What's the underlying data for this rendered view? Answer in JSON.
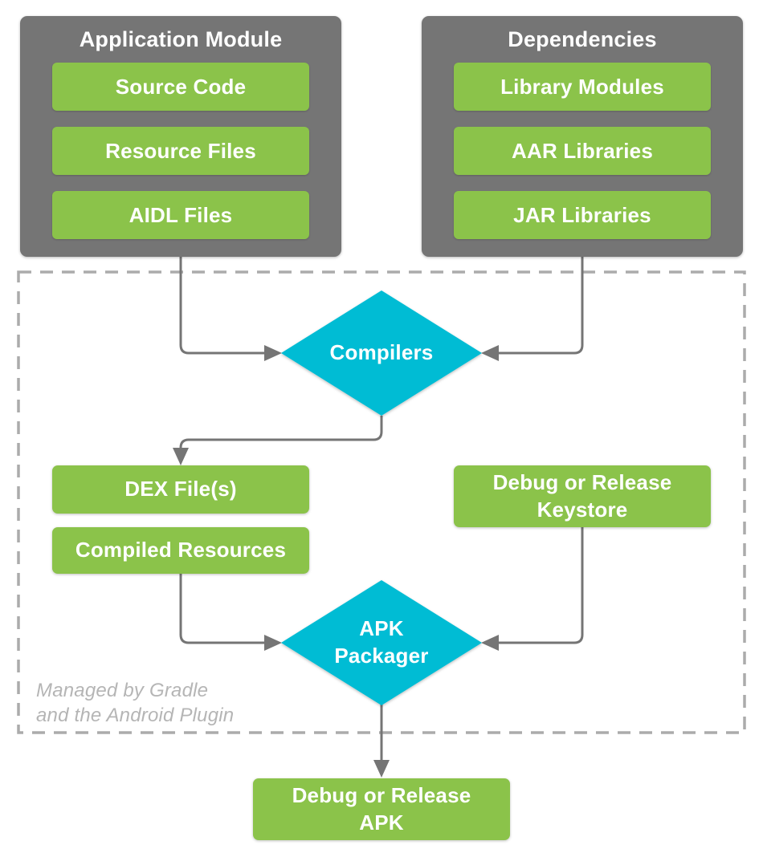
{
  "nodes": {
    "app_module": {
      "title": "Application Module",
      "items": [
        "Source Code",
        "Resource Files",
        "AIDL Files"
      ]
    },
    "dependencies": {
      "title": "Dependencies",
      "items": [
        "Library Modules",
        "AAR Libraries",
        "JAR Libraries"
      ]
    },
    "compilers": {
      "lines": [
        "Compilers"
      ]
    },
    "dex_files": {
      "lines": [
        "DEX File(s)"
      ]
    },
    "compiled_resources": {
      "lines": [
        "Compiled Resources"
      ]
    },
    "keystore": {
      "lines": [
        "Debug or Release",
        "Keystore"
      ]
    },
    "apk_packager": {
      "lines": [
        "APK",
        "Packager"
      ]
    },
    "apk_output": {
      "lines": [
        "Debug or Release",
        "APK"
      ]
    }
  },
  "caption": {
    "lines": [
      "Managed by Gradle",
      "and the Android Plugin"
    ]
  },
  "colors": {
    "group_gray": "#757575",
    "item_green": "#8BC34A",
    "diamond_cyan": "#00BCD4",
    "connector_gray": "#757575",
    "dashed_border_gray": "#ABABAB",
    "caption_gray": "#B5B5B5",
    "text_white": "#FFFFFF"
  }
}
